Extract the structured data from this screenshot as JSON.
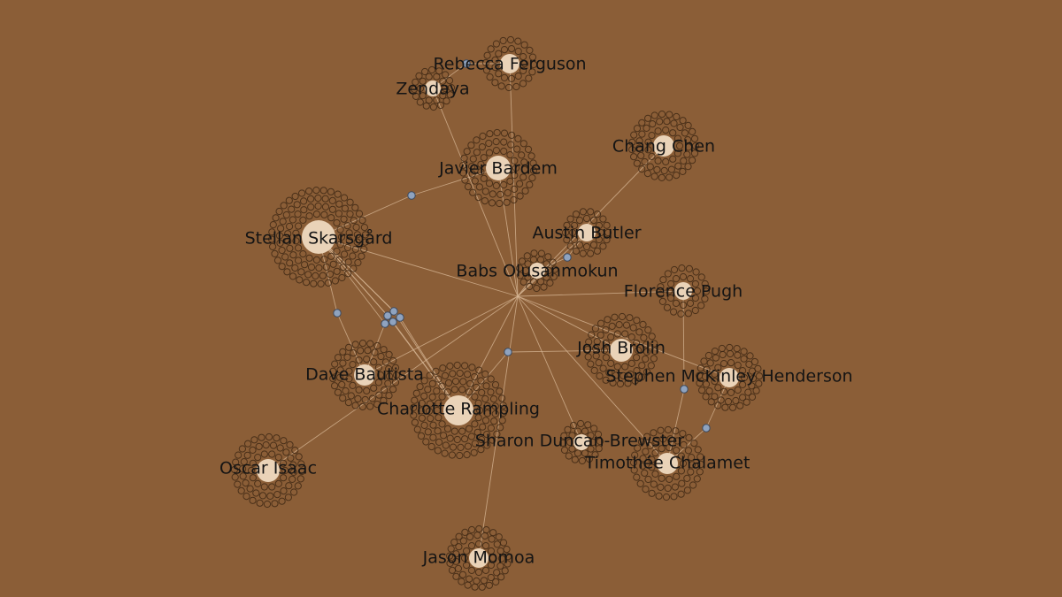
{
  "actors": [
    {
      "id": "rebecca-ferguson",
      "label": "Rebecca Ferguson"
    },
    {
      "id": "zendaya",
      "label": "Zendaya"
    },
    {
      "id": "javier-bardem",
      "label": "Javier Bardem"
    },
    {
      "id": "chang-chen",
      "label": "Chang Chen"
    },
    {
      "id": "stellan-skarsgard",
      "label": "Stellan Skarsgård"
    },
    {
      "id": "austin-butler",
      "label": "Austin Butler"
    },
    {
      "id": "babs-olusanmokun",
      "label": "Babs Olusanmokun"
    },
    {
      "id": "florence-pugh",
      "label": "Florence Pugh"
    },
    {
      "id": "josh-brolin",
      "label": "Josh Brolin"
    },
    {
      "id": "stephen-mckinley-henderson",
      "label": "Stephen McKinley Henderson"
    },
    {
      "id": "dave-bautista",
      "label": "Dave Bautista"
    },
    {
      "id": "charlotte-rampling",
      "label": "Charlotte Rampling"
    },
    {
      "id": "sharon-duncan-brewster",
      "label": "Sharon Duncan-Brewster"
    },
    {
      "id": "timothee-chalamet",
      "label": "Timothée Chalamet"
    },
    {
      "id": "oscar-isaac",
      "label": "Oscar Isaac"
    },
    {
      "id": "jason-momoa",
      "label": "Jason Momoa"
    }
  ]
}
